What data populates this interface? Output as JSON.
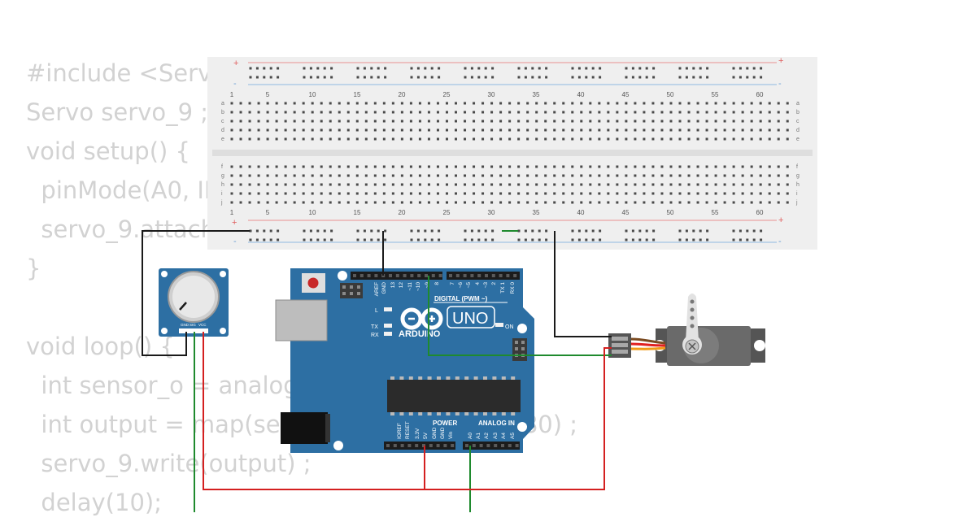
{
  "code_lines": [
    "#include <Servo.h>",
    "Servo servo_9 ;",
    "void setup() {",
    "  pinMode(A0, INPUT);",
    "  servo_9.attach(9);",
    "}",
    "",
    "void loop() {",
    "  int sensor_o = analogRead(A0);",
    "  int output = map(sensor_o, 0, 1023, 0, 180) ;",
    "  servo_9.write(output) ;",
    "  delay(10);"
  ],
  "breadboard": {
    "plus": "+",
    "minus": "-",
    "col_numbers": [
      "1",
      "5",
      "10",
      "15",
      "20",
      "25",
      "30",
      "35",
      "40",
      "45",
      "50",
      "55",
      "60"
    ],
    "rows_top": [
      "a",
      "b",
      "c",
      "d",
      "e"
    ],
    "rows_bottom": [
      "f",
      "g",
      "h",
      "i",
      "j"
    ]
  },
  "arduino": {
    "brand": "ARDUINO",
    "model": "UNO",
    "digital_label": "DIGITAL (PWM ~)",
    "power_label": "POWER",
    "analog_label": "ANALOG IN",
    "led_l": "L",
    "led_tx": "TX",
    "led_rx": "RX",
    "on_label": "ON",
    "digital_pins": [
      "AREF",
      "GND",
      "13",
      "12",
      "~11",
      "~10",
      "~9",
      "8",
      "7",
      "~6",
      "~5",
      "4",
      "~3",
      "2",
      "TX 1",
      "RX 0"
    ],
    "power_pins": [
      "IOREF",
      "RESET",
      "3.3V",
      "5V",
      "GND",
      "GND",
      "Vin"
    ],
    "analog_pins": [
      "A0",
      "A1",
      "A2",
      "A3",
      "A4",
      "A5"
    ]
  },
  "potentiometer": {
    "pins": [
      "GND",
      "SIG",
      "VCC"
    ]
  },
  "colors": {
    "board_blue": "#2d6fa3",
    "wire_black": "#1a1a1a",
    "wire_red": "#d42020",
    "wire_green": "#1f8a2e",
    "code_text": "#d2d2d2"
  }
}
